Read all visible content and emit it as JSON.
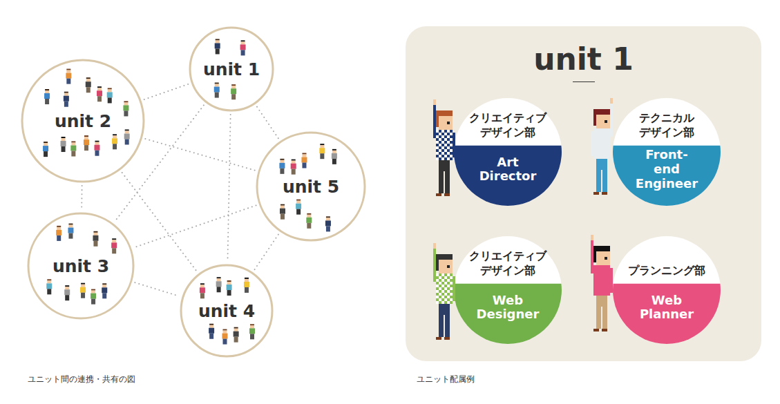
{
  "diagram": {
    "nodes": [
      {
        "text": [
          "unit 1"
        ]
      },
      {
        "text": [
          "unit 2"
        ]
      },
      {
        "text": [
          "unit 5"
        ]
      },
      {
        "text": [
          "unit 3"
        ]
      },
      {
        "text": [
          "unit 4"
        ]
      },
      {
        "text": [
          "unit 1"
        ]
      },
      {
        "text": [
          "クリエイティブ デザイン部",
          "Art Director"
        ],
        "in": 5
      },
      {
        "text": [
          "テクニカル デザイン部",
          "Front-end Engineer"
        ],
        "in": 5
      },
      {
        "text": [
          "クリエイティブ デザイン部",
          "Web Designer"
        ],
        "in": 5
      },
      {
        "text": [
          "プランニング部",
          "Web Planner"
        ],
        "in": 5
      }
    ],
    "edges": [
      {
        "from": 1,
        "to": 0,
        "arrow": "none"
      },
      {
        "from": 0,
        "to": 2,
        "arrow": "none"
      },
      {
        "from": 0,
        "to": 3,
        "arrow": "none"
      },
      {
        "from": 0,
        "to": 4,
        "arrow": "none"
      },
      {
        "from": 1,
        "to": 2,
        "arrow": "none"
      },
      {
        "from": 1,
        "to": 3,
        "arrow": "none"
      },
      {
        "from": 1,
        "to": 4,
        "arrow": "none"
      },
      {
        "from": 2,
        "to": 3,
        "arrow": "none"
      },
      {
        "from": 2,
        "to": 4,
        "arrow": "none"
      },
      {
        "from": 3,
        "to": 4,
        "arrow": "none"
      }
    ],
    "labels": [
      "ユニット間の連携・共有の図",
      "ユニット配属例"
    ]
  }
}
